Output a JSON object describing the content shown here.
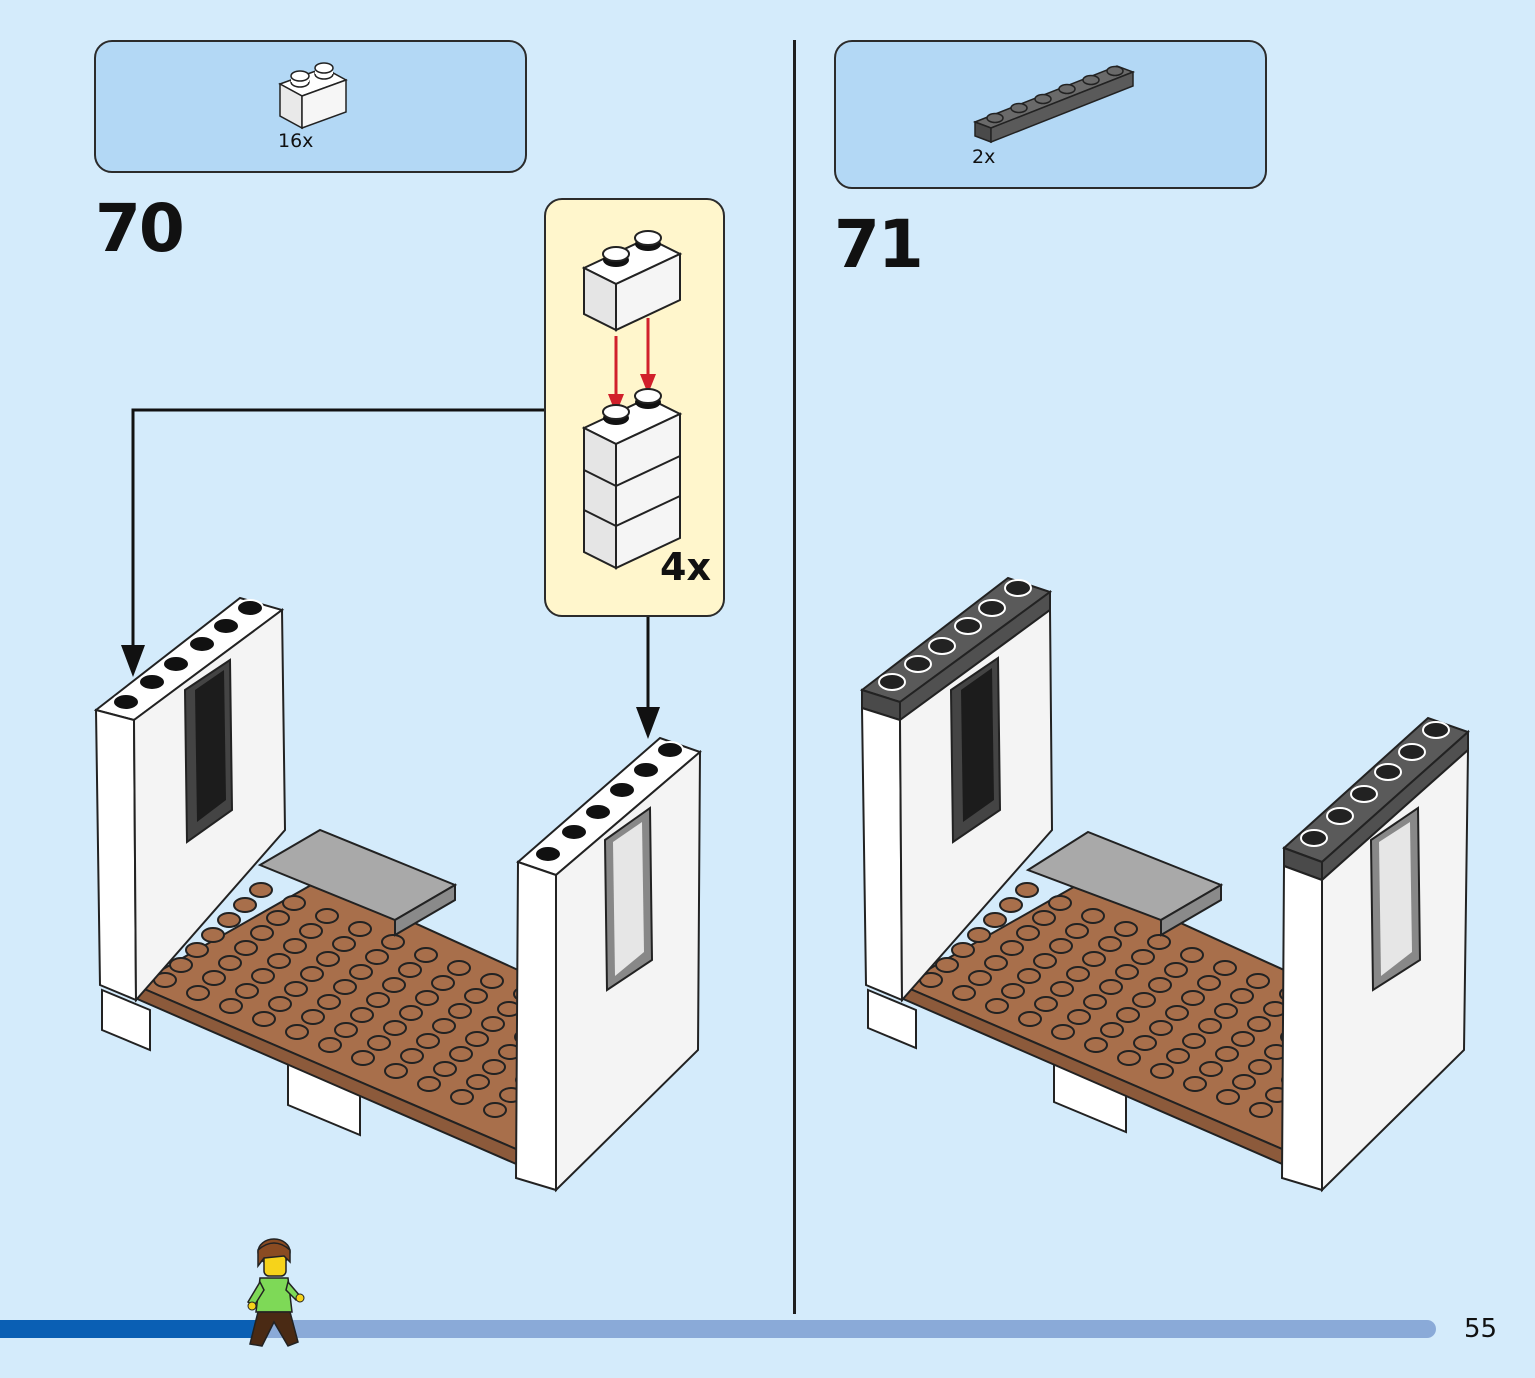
{
  "page": {
    "number": "55",
    "progress_fraction": 0.18
  },
  "steps": [
    {
      "number": "70",
      "parts": [
        {
          "quantity": "16x",
          "icon": "white-brick-1x2-icon"
        }
      ],
      "callout": {
        "quantity": "4x",
        "icon": "brick-stack-subassembly-icon"
      }
    },
    {
      "number": "71",
      "parts": [
        {
          "quantity": "2x",
          "icon": "dark-gray-plate-1x6-icon"
        }
      ]
    }
  ],
  "colors": {
    "background": "#d4ebfb",
    "parts_box": "#b3d8f5",
    "callout": "#fff6cc",
    "progress_fill": "#0a5fb4",
    "progress_track": "#8aaad8",
    "arrow_red": "#d1202b",
    "baseplate": "#a86f4b",
    "dark_gray": "#5a5a5a"
  }
}
